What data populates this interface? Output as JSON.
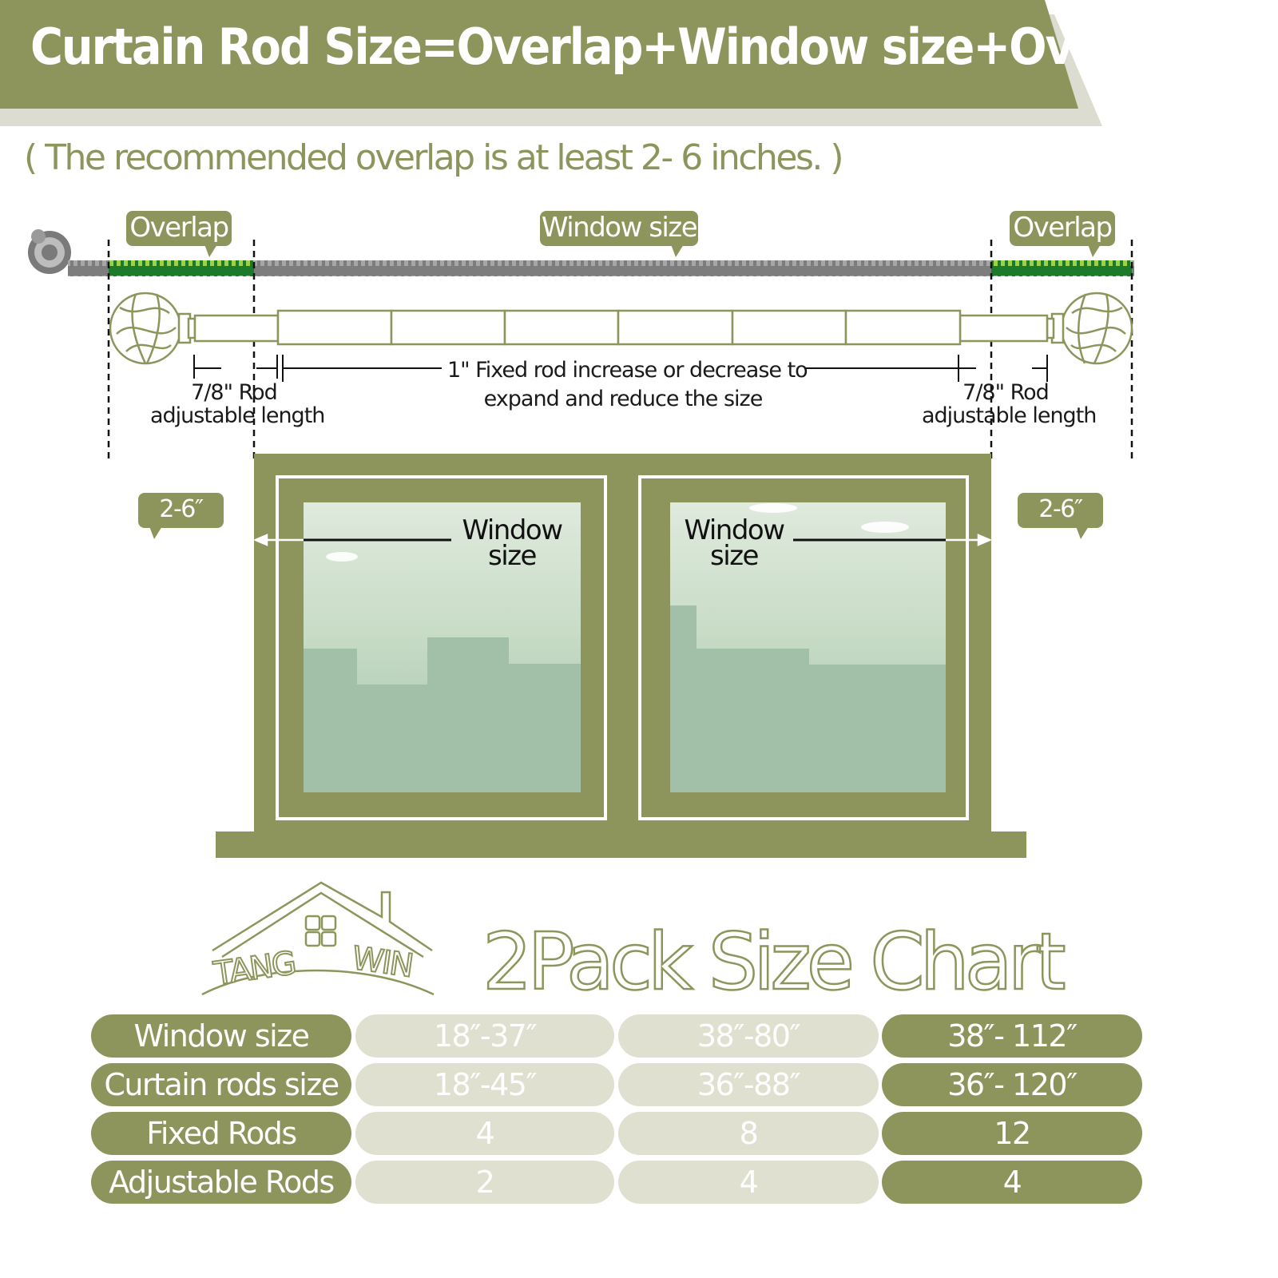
{
  "header": {
    "title": "Curtain Rod Size=Overlap+Window size+Overlap",
    "subtitle": "( The recommended overlap is at least 2- 6 inches. )"
  },
  "labels": {
    "overlap_left": "Overlap",
    "window_size_top": "Window size",
    "overlap_right": "Overlap",
    "overlap_range_left": "2-6″",
    "overlap_range_right": "2-6″",
    "window_left": "Window size",
    "window_right": "Window size"
  },
  "dimensions": {
    "fixed_rod_line1": "1\" Fixed rod  increase or decrease to",
    "fixed_rod_line2": "expand and reduce the size",
    "adjustable_left_line1": "7/8\"  Rod",
    "adjustable_left_line2": "adjustable length",
    "adjustable_right_line1": "7/8\"  Rod",
    "adjustable_right_line2": "adjustable length"
  },
  "brand": {
    "logo_text": "TANG WIN"
  },
  "size_chart": {
    "title": "2Pack Size Chart",
    "rows": [
      {
        "label": "Window size",
        "values": [
          "18″-37″",
          "38″-80″",
          "38″- 112″"
        ]
      },
      {
        "label": "Curtain rods size",
        "values": [
          "18″-45″",
          "36″-88″",
          "36″- 120″"
        ]
      },
      {
        "label": "Fixed Rods",
        "values": [
          "4",
          "8",
          "12"
        ]
      },
      {
        "label": "Adjustable Rods",
        "values": [
          "2",
          "4",
          "4"
        ]
      }
    ]
  },
  "colors": {
    "olive": "#8e955c",
    "light_olive": "#dfe0d0",
    "glass": "#a2bfa8",
    "tape_green": "#8cc63f"
  }
}
